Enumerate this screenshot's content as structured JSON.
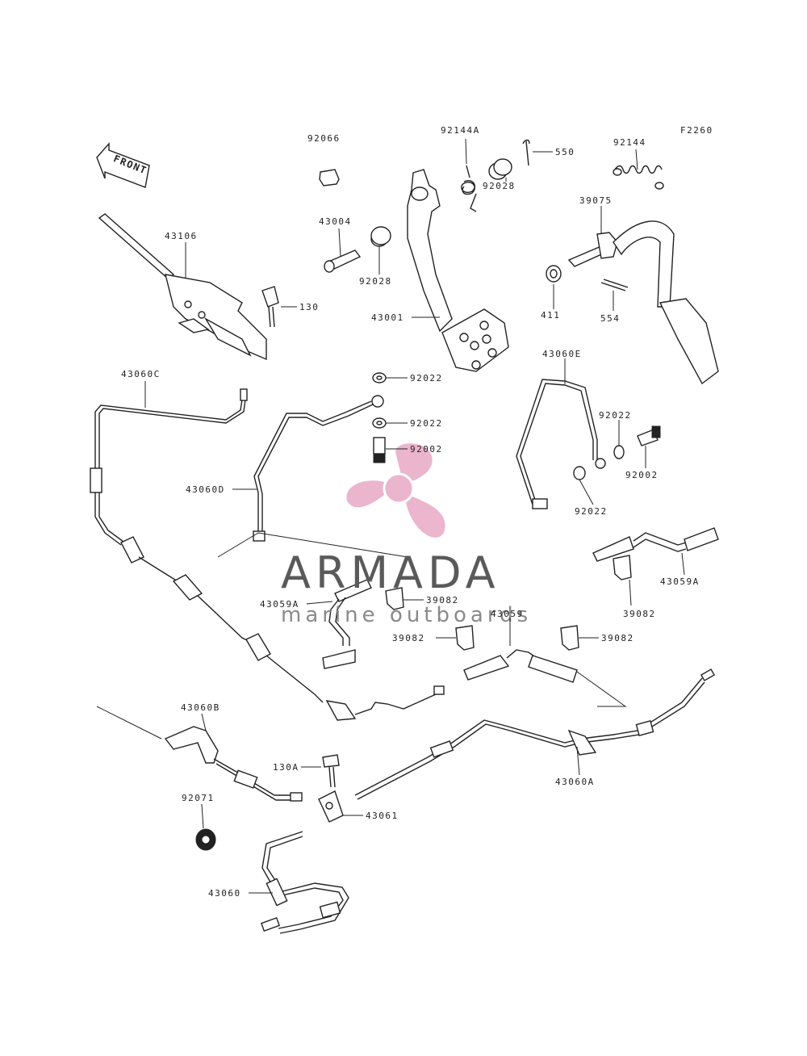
{
  "figure_code": "F2260",
  "front_label": "FRONT",
  "watermark": {
    "brand": "ARMADA",
    "tagline": "marine outboards",
    "color": "#e8a9c6"
  },
  "parts": {
    "p92066": "92066",
    "p92144A": "92144A",
    "p550": "550",
    "p92144": "92144",
    "p43004": "43004",
    "p92028a": "92028",
    "p92028b": "92028",
    "p39075": "39075",
    "p43106": "43106",
    "p130": "130",
    "p43001": "43001",
    "p411": "411",
    "p554": "554",
    "p92022a": "92022",
    "p92022b": "92022",
    "p92002a": "92002",
    "p43060C": "43060C",
    "p43060E": "43060E",
    "p92022c": "92022",
    "p92002b": "92002",
    "p92022d": "92022",
    "p43060D": "43060D",
    "p43059Aa": "43059A",
    "p43059Ab": "43059A",
    "p39082a": "39082",
    "p39082b": "39082",
    "p39082c": "39082",
    "p39082d": "39082",
    "p43059": "43059",
    "p43060B": "43060B",
    "p130A": "130A",
    "p43061": "43061",
    "p43060A": "43060A",
    "p92071": "92071",
    "p43060": "43060"
  }
}
